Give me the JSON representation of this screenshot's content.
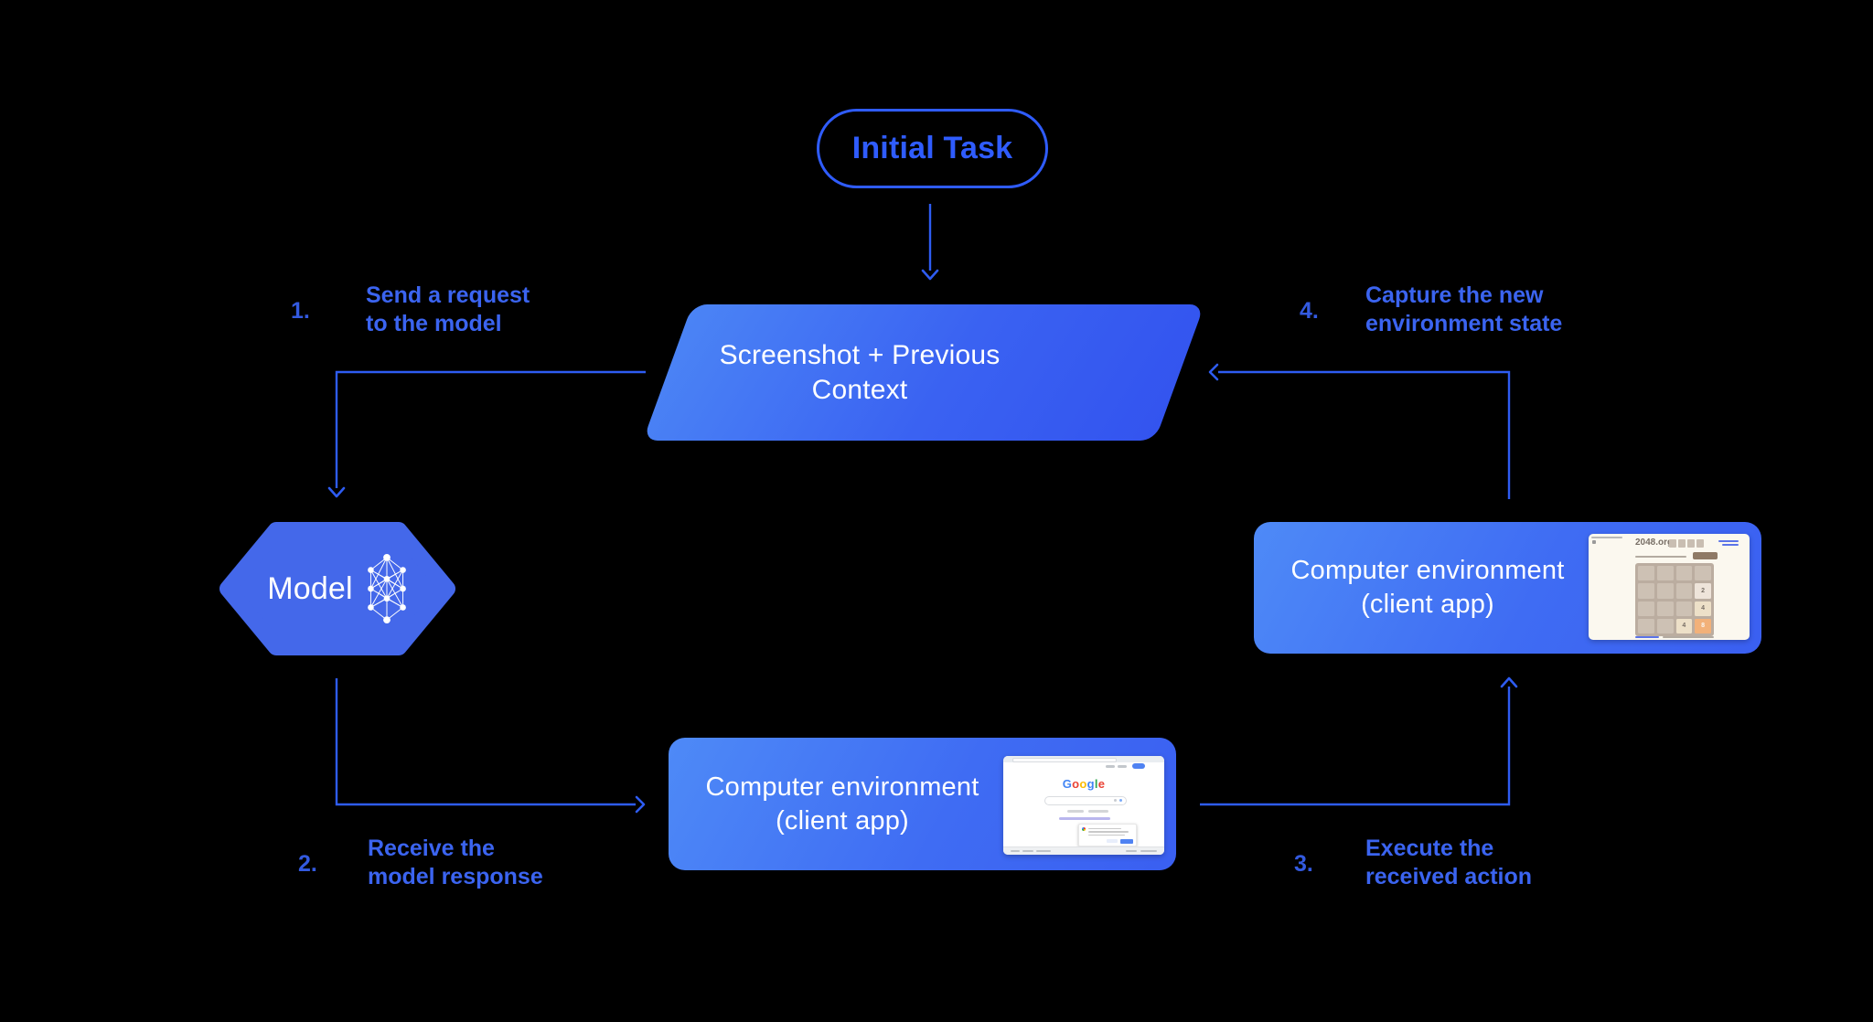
{
  "colors": {
    "background": "#000000",
    "accent_blue": "#2f5cfe",
    "connector_blue": "#2e5cf2",
    "label_blue": "#3b64f0",
    "shape_gradient_from": "#4e8af7",
    "shape_gradient_to": "#3354ef",
    "hexagon_fill": "#4468ea",
    "tile_orange": "#f2b179"
  },
  "nodes": {
    "initial_task": {
      "label": "Initial Task"
    },
    "screenshot_context": {
      "line1": "Screenshot + Previous",
      "line2": "Context"
    },
    "model": {
      "label": "Model",
      "icon": "neural-network-icon"
    },
    "env_bottom": {
      "line1": "Computer environment",
      "line2": "(client app)"
    },
    "env_right": {
      "line1": "Computer environment",
      "line2": "(client app)"
    }
  },
  "steps": [
    {
      "num": "1.",
      "line1": "Send a request",
      "line2": "to the model"
    },
    {
      "num": "2.",
      "line1": "Receive the",
      "line2": "model response"
    },
    {
      "num": "3.",
      "line1": "Execute the",
      "line2": "received action"
    },
    {
      "num": "4.",
      "line1": "Capture the new",
      "line2": "environment state"
    }
  ],
  "thumbnails": {
    "google": {
      "logo_letters": [
        "G",
        "o",
        "o",
        "g",
        "l",
        "e"
      ]
    },
    "game2048": {
      "title": "2048.org",
      "tiles": [
        {
          "v": "2"
        },
        {
          "v": "4"
        },
        {
          "v": "4"
        },
        {
          "v": "8"
        }
      ]
    }
  }
}
